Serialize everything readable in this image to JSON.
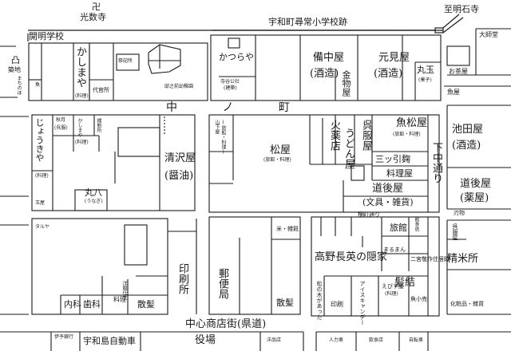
{
  "roads": {
    "nakanocho": "中 ノ 町",
    "chushin": "中心商店街(県道)",
    "shimonaka_dori": "下中通り",
    "yokomachi_dori": "横町通り"
  },
  "landmarks": {
    "manji": "卍",
    "kousuji": "光数寺",
    "meirin_gakko": "開明学校",
    "school_ato": "宇和町尋常小学校跡",
    "shimeiji": "至明石寺",
    "daishido": "大師堂",
    "keirin_mark": "凸",
    "keichi": "築地",
    "keichi_sub": "まちのほ"
  },
  "north_top": {
    "kashimaya": "かしまや",
    "kashimaya_sub": "(料理)",
    "sakana": "魚",
    "daikansho": "代官所",
    "sairaiya": "祭記所",
    "zenzo": "邸之前幼稚園",
    "katsuraya": "かつらや",
    "teratani": "寺谷公社",
    "teratani_sub": "(建築)",
    "bicchuya": "備中屋",
    "bicchuya_sub": "(酒造)",
    "kanamonoya": "金物屋",
    "genkenya": "元見屋",
    "genkenya_sub": "(酒造)",
    "marutama": "丸玉",
    "marutama_sub": "(菓子)",
    "omise": "お茶屋"
  },
  "mid_west": {
    "jiyokiya": "じょうきや",
    "jiyokiya_sub": "(料理)",
    "akitsuki": "秋月",
    "akitsuki_sub": "(呉服)",
    "kashimaya2": "かしまや",
    "kashimaya2_sub": "(料理)",
    "kenseisho": "検断所",
    "seitakuya": "清沢屋",
    "seitakuya_sub": "(醤油)",
    "maruhachi": "丸八",
    "maruhachi_sub": "(うなぎ)",
    "tamaya": "玉屋"
  },
  "mid_center": {
    "yamashitaya": "山下屋",
    "yamashitaya_sub": "(旅館・料理)",
    "matsuya": "松屋",
    "matsuya_sub": "(旅館・料理)",
    "kayakuten": "火薬店",
    "udonya": "うどん屋",
    "gofukuya": "呉服屋",
    "uomatsuya": "魚松屋",
    "uomatsuya_sub": "(旅館・料理)",
    "mitsuyakoji": "三ッ引麹",
    "ryoriya": "料理屋",
    "dogoya": "道後屋",
    "dogoya_sub": "(文具・雑貨)"
  },
  "mid_east": {
    "ikedaya": "池田屋",
    "ikedaya_sub": "(酒造)",
    "dogoya2": "道後屋",
    "dogoya2_sub": "(薬屋)",
    "sakanaya": "魚屋"
  },
  "south_west": {
    "taruya": "タルヤ",
    "ryofuku": "洋服仕立",
    "naika": "内科",
    "shika": "歯科",
    "ryori": "料理",
    "sanpatsu": "散髪",
    "insatsujo": "印刷所"
  },
  "south_center": {
    "kome_zakka": "米・雑穀",
    "yubinkyoku": "郵便局",
    "sanpatsu2": "散髪",
    "ryokan": "旅館",
    "inshokuten": "飲食店",
    "takanonagahide": "高野長英の隠家",
    "marumasa": "まるまん",
    "nijuryoku": "二宮敬作住居跡",
    "matsu_ki": "松の木があった",
    "insatsu": "印刷",
    "ice": "アイスキャンデー",
    "ebisuya": "えびす屋",
    "ebisuya_sub": "(料理)",
    "uonya": "魚小売",
    "kamiyui": "髪結"
  },
  "south_east": {
    "seimaisho": "精米所",
    "keshohin": "化粧品・雑貨",
    "kimono": "呉服屋",
    "hamono": "刃物"
  },
  "bottom": {
    "iyoginko": "伊予銀行",
    "uwajima_jidosha": "宇和島自動車",
    "yakuba": "役場",
    "sawaya": "洋品店",
    "jinrikisha": "人力車",
    "inshokuten2": "飲食店",
    "jitensha": "自転車"
  }
}
